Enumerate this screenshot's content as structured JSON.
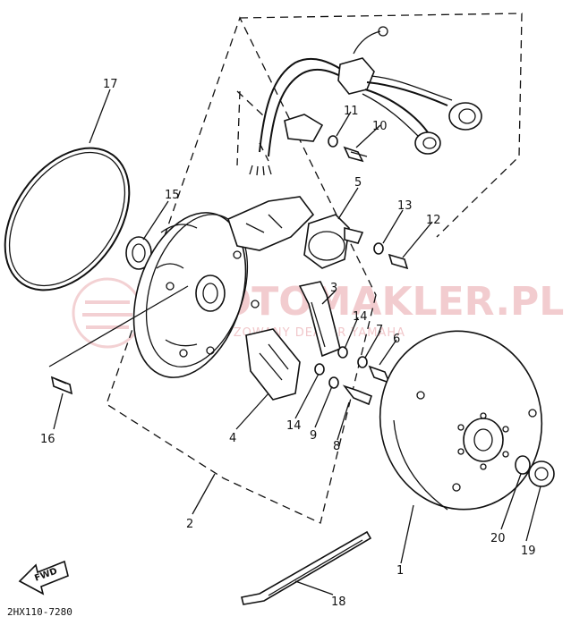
{
  "callouts": {
    "c1": "1",
    "c2": "2",
    "c3": "3",
    "c4": "4",
    "c5": "5",
    "c6": "6",
    "c7": "7",
    "c8": "8",
    "c9": "9",
    "c10": "10",
    "c11": "11",
    "c12": "12",
    "c13": "13",
    "c14a": "14",
    "c14b": "14",
    "c15": "15",
    "c16": "16",
    "c17": "17",
    "c18": "18",
    "c19": "19",
    "c20": "20"
  },
  "doc_id": "2HX110-7280",
  "fwd_label": "FWD",
  "watermark": {
    "main": "MOTOMAKLER.PL",
    "sub": "AUTORYZOWANY DEALER YAMAHA"
  },
  "colors": {
    "line": "#111111",
    "watermark": "#e8a3a8"
  }
}
